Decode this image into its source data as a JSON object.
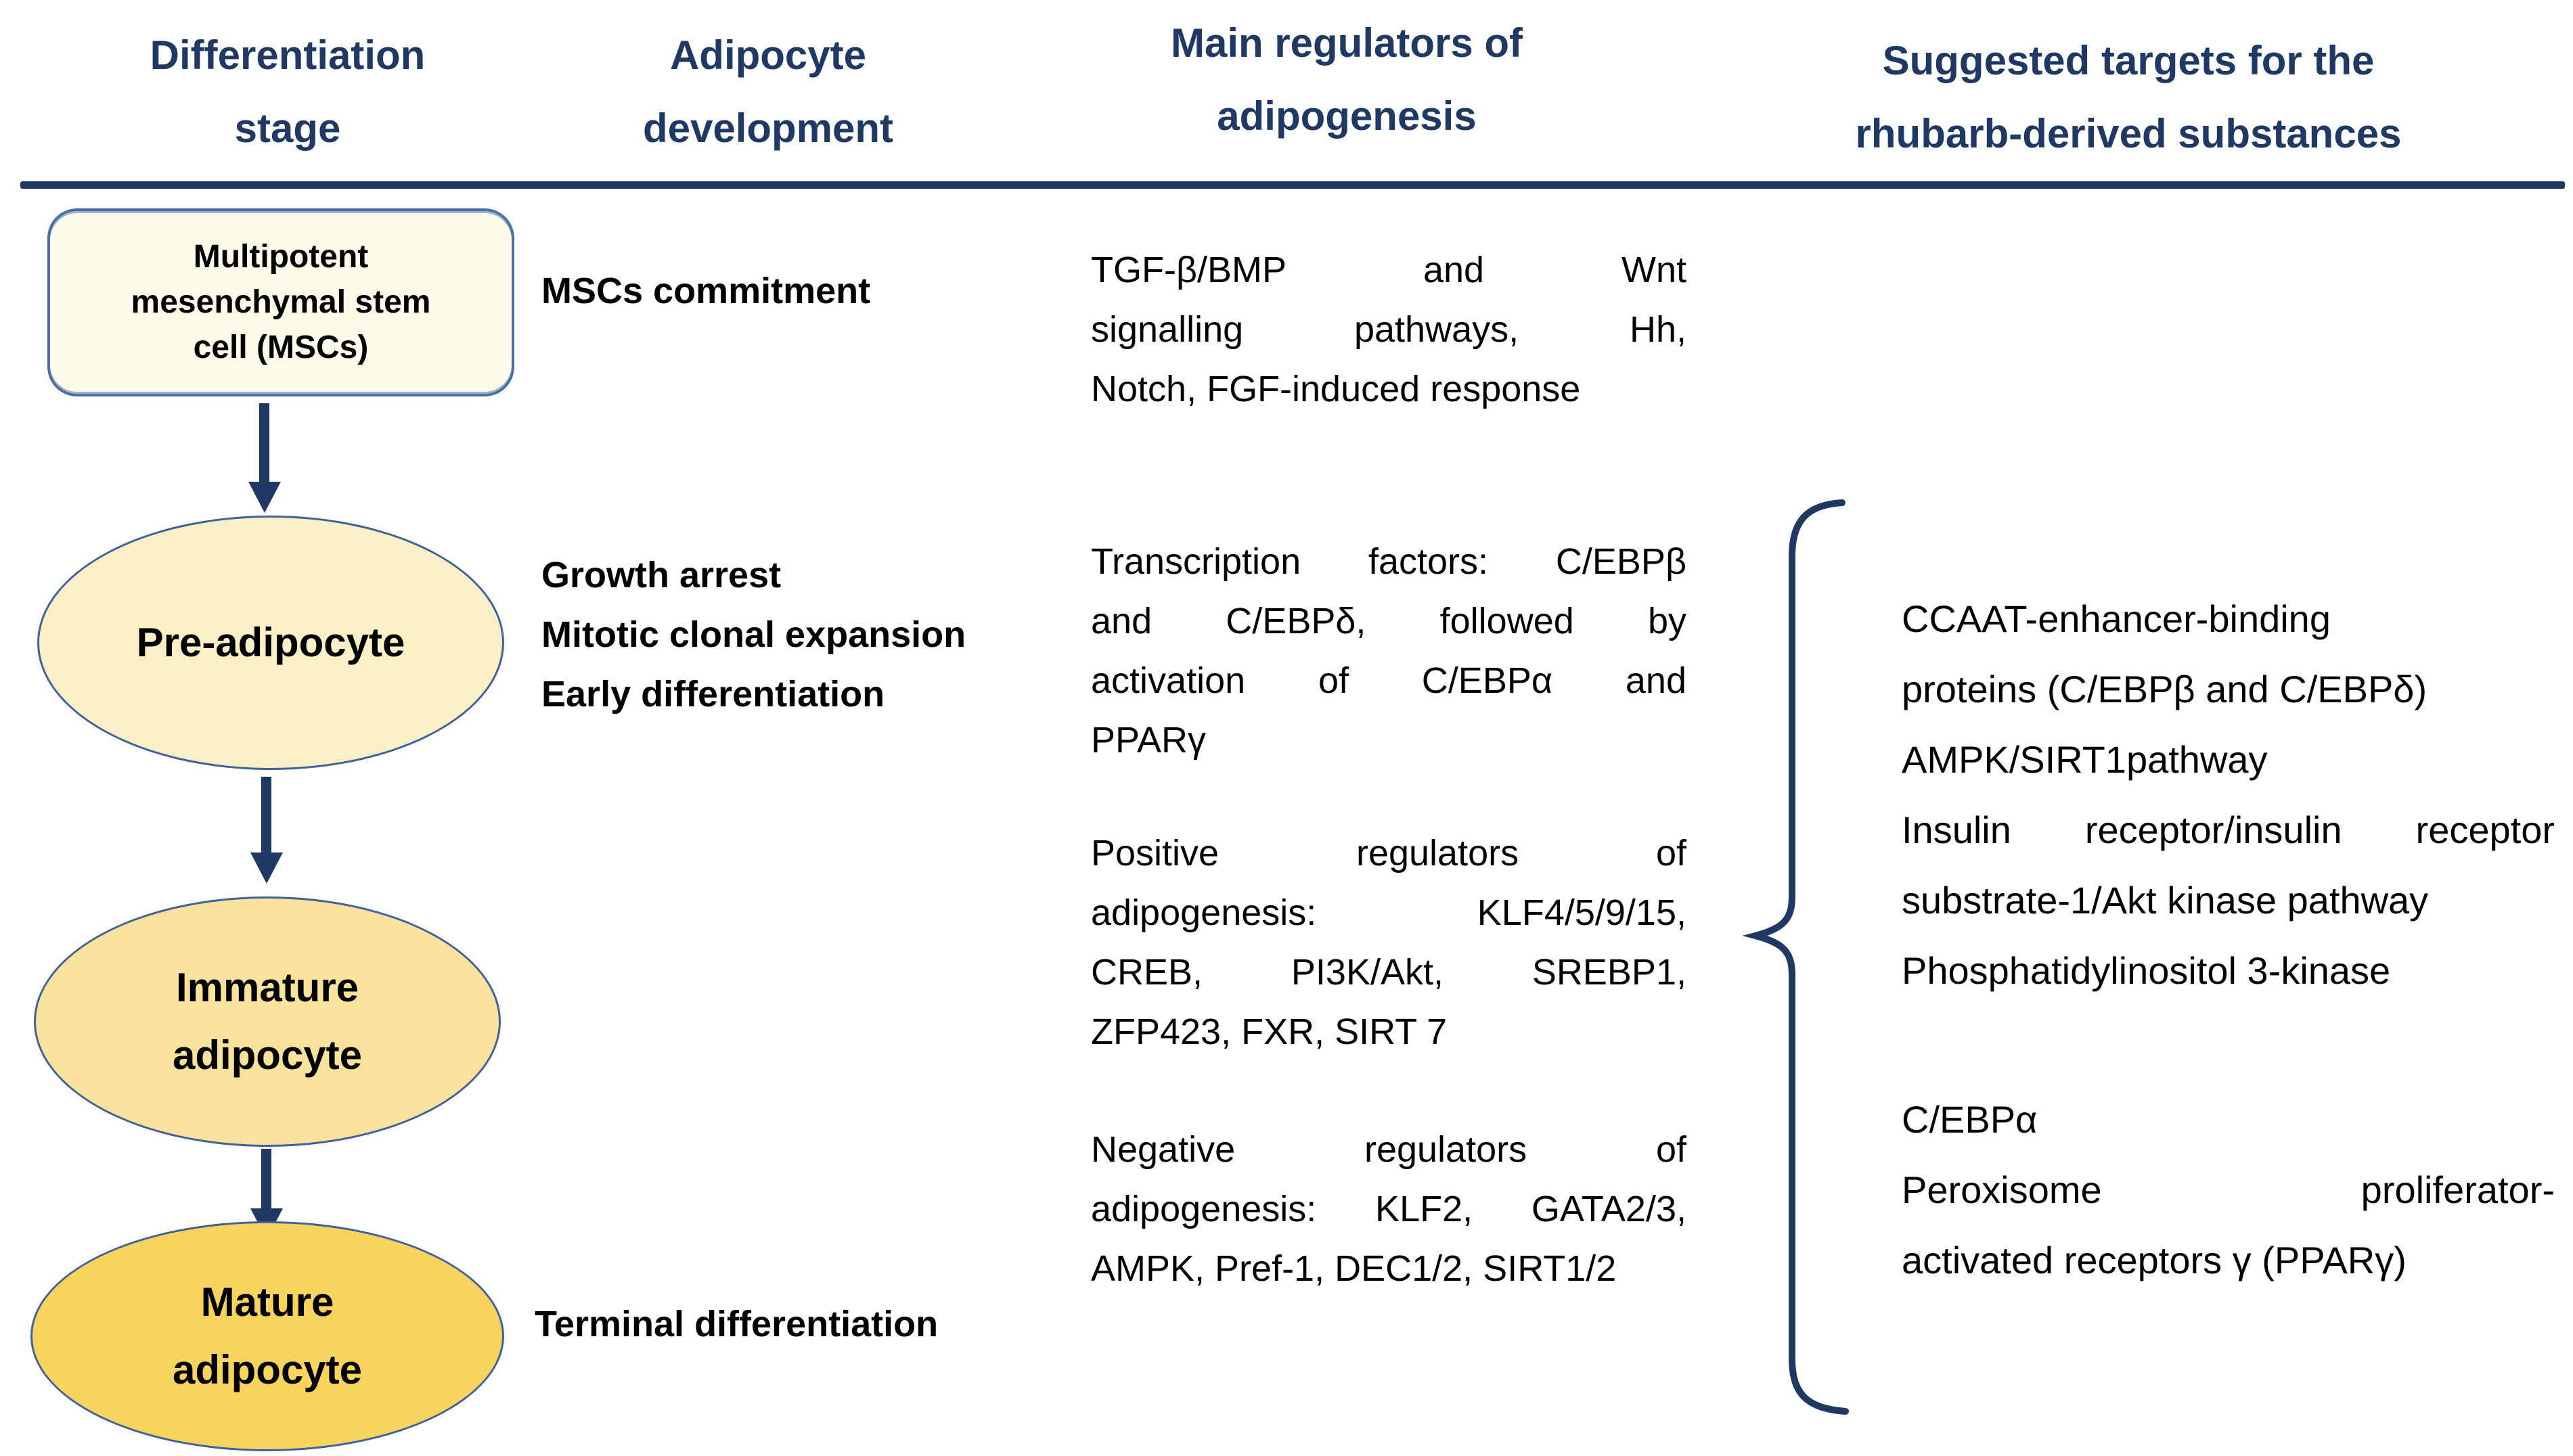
{
  "colors": {
    "navy": "#1F3864",
    "box_fill": "#FDFAEA",
    "box_border": "#4A6FA0",
    "ellipse_border": "#41619B",
    "pre_adipocyte_fill": "#FBEFC8",
    "immature_fill": "#F9E39C",
    "mature_fill": "#F8D45F",
    "text": "#0d0d0d"
  },
  "headers": {
    "differentiation": {
      "line1": "Differentiation",
      "line2": "stage"
    },
    "adipocyte": {
      "line1": "Adipocyte",
      "line2": "development"
    },
    "regulators": {
      "line1": "Main regulators of",
      "line2": "adipogenesis"
    },
    "targets": {
      "line1": "Suggested targets for the",
      "line2": "rhubarb-derived substances"
    }
  },
  "stages": {
    "msc": {
      "line1": "Multipotent",
      "line2": "mesenchymal stem",
      "line3": "cell (MSCs)"
    },
    "pre": {
      "label": "Pre-adipocyte"
    },
    "immature": {
      "line1": "Immature",
      "line2": "adipocyte"
    },
    "mature": {
      "line1": "Mature",
      "line2": "adipocyte"
    }
  },
  "development": {
    "msc_commitment": "MSCs commitment",
    "growth_arrest": "Growth arrest",
    "mitotic_expansion": "Mitotic clonal expansion",
    "early_differentiation": "Early differentiation",
    "terminal_differentiation": "Terminal differentiation"
  },
  "regulators": {
    "p1": {
      "l1": "TGF-β/BMP and Wnt",
      "l2": "signalling pathways, Hh,",
      "l3": "Notch, FGF-induced response"
    },
    "p2": {
      "l1": "Transcription factors: C/EBPβ",
      "l2": "and C/EBPδ, followed by",
      "l3": "activation of C/EBPα and",
      "l4": "PPARγ"
    },
    "p3": {
      "l1": "Positive regulators of",
      "l2": "adipogenesis: KLF4/5/9/15,",
      "l3": "CREB, PI3K/Akt, SREBP1,",
      "l4": "ZFP423, FXR, SIRT 7"
    },
    "p4": {
      "l1": "Negative regulators of",
      "l2": "adipogenesis: KLF2, GATA2/3,",
      "l3": "AMPK, Pref-1, DEC1/2, SIRT1/2"
    }
  },
  "targets": {
    "group1": {
      "l1": "CCAAT-enhancer-binding",
      "l2": "proteins (C/EBPβ and C/EBPδ)",
      "l3": "AMPK/SIRT1pathway",
      "l4": "Insulin receptor/insulin receptor",
      "l5": "substrate-1/Akt kinase pathway",
      "l6": "Phosphatidylinositol 3-kinase"
    },
    "group2": {
      "l1": "C/EBPα",
      "l2": "Peroxisome proliferator-",
      "l3": "activated receptors γ (PPARγ)"
    }
  }
}
